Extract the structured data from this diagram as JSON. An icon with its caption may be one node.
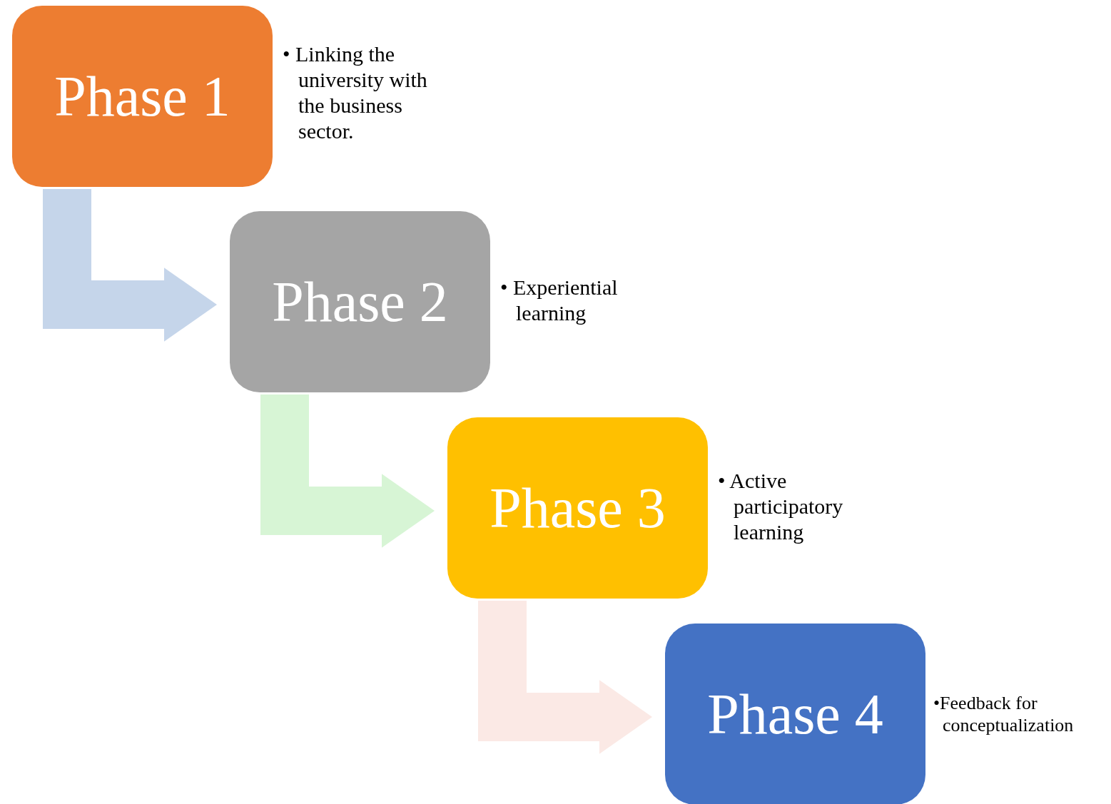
{
  "diagram": {
    "nodes": [
      {
        "text": [
          "Phase 1"
        ],
        "beside": [
          "• Linking the university with the business sector."
        ]
      },
      {
        "text": [
          "Phase 2"
        ],
        "beside": [
          "• Experiential learning"
        ]
      },
      {
        "text": [
          "Phase 3"
        ],
        "beside": [
          "• Active participatory learning"
        ]
      },
      {
        "text": [
          "Phase 4"
        ],
        "beside": [
          "•Feedback for conceptualization"
        ]
      }
    ],
    "edges": [
      {
        "from": 0,
        "to": 1,
        "arrow": "to",
        "color": "#c5d5ea"
      },
      {
        "from": 1,
        "to": 2,
        "arrow": "to",
        "color": "#d7f5d5"
      },
      {
        "from": 2,
        "to": 3,
        "arrow": "to",
        "color": "#fbe9e5"
      }
    ]
  }
}
